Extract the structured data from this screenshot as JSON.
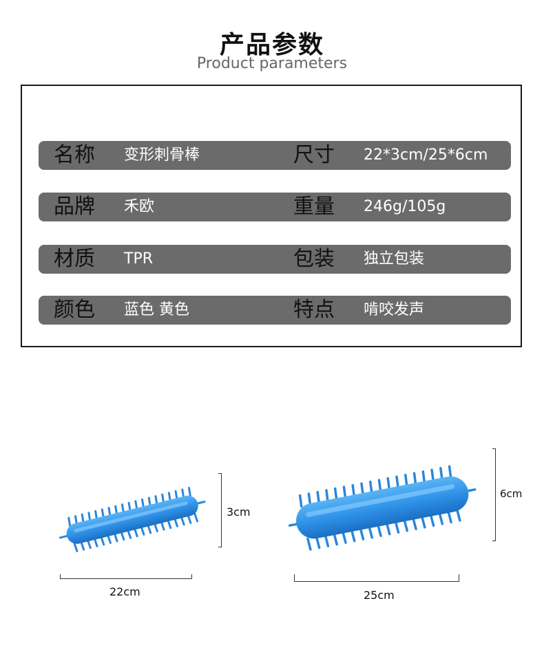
{
  "header": {
    "title_cn": "产品参数",
    "title_en": "Product parameters"
  },
  "params": [
    {
      "k1": "名称",
      "v1": "变形刺骨棒",
      "k2": "尺寸",
      "v2": "22*3cm/25*6cm"
    },
    {
      "k1": "品牌",
      "v1": "禾欧",
      "k2": "重量",
      "v2": "246g/105g"
    },
    {
      "k1": "材质",
      "v1": "TPR",
      "k2": "包装",
      "v2": "独立包装"
    },
    {
      "k1": "颜色",
      "v1": "蓝色 黄色",
      "k2": "特点",
      "v2": "啃咬发声"
    }
  ],
  "products": [
    {
      "width_label": "22cm",
      "height_label": "3cm"
    },
    {
      "width_label": "25cm",
      "height_label": "6cm"
    }
  ],
  "colors": {
    "row_bg": "#6b6b6b",
    "toy_blue": "#2f93e8",
    "toy_blue_dark": "#1b6fc4"
  }
}
